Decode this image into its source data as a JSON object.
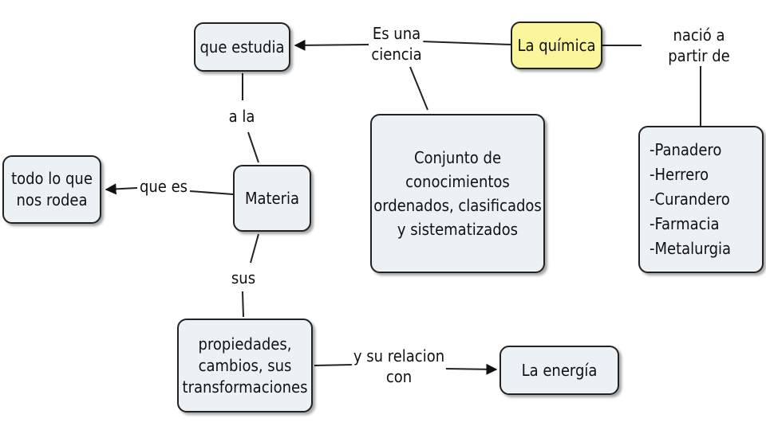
{
  "colors": {
    "root_fill": "#fbf59b",
    "node_fill": "#ecf1f5",
    "stroke": "#222222"
  },
  "nodes": {
    "la_quimica": "La química",
    "que_estudia": "que estudia",
    "materia": "Materia",
    "todo_lo_que": "todo lo que\nnos rodea",
    "propiedades": "propiedades,\ncambios, sus\ntransformaciones",
    "la_energia": "La energía",
    "conjunto": "Conjunto de\nconocimientos\nordenados, clasificados\ny sistematizados",
    "oficios": "-Panadero\n-Herrero\n-Curandero\n-Farmacia\n-Metalurgia"
  },
  "links": {
    "es_una_ciencia": "Es una\nciencia",
    "nacio": "nació a partir de",
    "a_la": "a la",
    "que_es": "que es",
    "sus": "sus",
    "relacion": "y su relacion\ncon"
  }
}
